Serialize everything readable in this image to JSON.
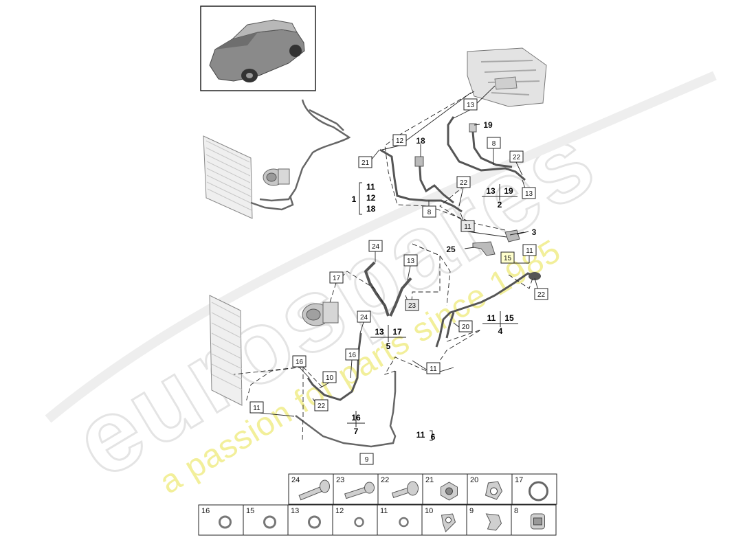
{
  "watermark": {
    "brand": "eurospares",
    "tagline": "a passion for parts since 1985"
  },
  "callouts": [
    {
      "id": "c13a",
      "label": "13"
    },
    {
      "id": "c19",
      "label": "19"
    },
    {
      "id": "c12a",
      "label": "12"
    },
    {
      "id": "c18a",
      "label": "18"
    },
    {
      "id": "c8a",
      "label": "8"
    },
    {
      "id": "c22a",
      "label": "22"
    },
    {
      "id": "c21",
      "label": "21"
    },
    {
      "id": "c22b",
      "label": "22"
    },
    {
      "id": "c13b",
      "label": "13"
    },
    {
      "id": "c8b",
      "label": "8"
    },
    {
      "id": "c11a",
      "label": "11"
    },
    {
      "id": "c3",
      "label": "3"
    },
    {
      "id": "c25",
      "label": "25"
    },
    {
      "id": "c15a",
      "label": "15"
    },
    {
      "id": "c11b",
      "label": "11"
    },
    {
      "id": "c24a",
      "label": "24"
    },
    {
      "id": "c13c",
      "label": "13"
    },
    {
      "id": "c17a",
      "label": "17"
    },
    {
      "id": "c23a",
      "label": "23"
    },
    {
      "id": "c22c",
      "label": "22"
    },
    {
      "id": "c24b",
      "label": "24"
    },
    {
      "id": "c20a",
      "label": "20"
    },
    {
      "id": "c16a",
      "label": "16"
    },
    {
      "id": "c16b",
      "label": "16"
    },
    {
      "id": "c10a",
      "label": "10"
    },
    {
      "id": "c11c",
      "label": "11"
    },
    {
      "id": "c22d",
      "label": "22"
    },
    {
      "id": "c11d",
      "label": "11"
    },
    {
      "id": "c9a",
      "label": "9"
    }
  ],
  "groups": {
    "g1": {
      "num": "1",
      "items": [
        "11",
        "12",
        "18"
      ]
    },
    "g2": {
      "num": "2",
      "items": [
        "13",
        "19"
      ]
    },
    "g4": {
      "num": "4",
      "items": [
        "11",
        "15"
      ]
    },
    "g5": {
      "num": "5",
      "items": [
        "13",
        "17"
      ]
    },
    "g6": {
      "num": "6",
      "items": [
        "11"
      ]
    },
    "g7": {
      "num": "7",
      "items": [
        "16"
      ]
    }
  },
  "parts_table": {
    "row1": [
      {
        "num": "24",
        "icon": "long-bolt-icon"
      },
      {
        "num": "23",
        "icon": "bolt-icon"
      },
      {
        "num": "22",
        "icon": "flange-bolt-icon"
      },
      {
        "num": "21",
        "icon": "nut-icon"
      },
      {
        "num": "20",
        "icon": "clip-icon"
      },
      {
        "num": "17",
        "icon": "large-seal-ring-icon"
      }
    ],
    "row2": [
      {
        "num": "16",
        "icon": "seal-ring-icon"
      },
      {
        "num": "15",
        "icon": "seal-ring-icon"
      },
      {
        "num": "13",
        "icon": "seal-ring-icon"
      },
      {
        "num": "12",
        "icon": "small-seal-ring-icon"
      },
      {
        "num": "11",
        "icon": "small-seal-ring-icon"
      },
      {
        "num": "10",
        "icon": "hose-clamp-icon"
      },
      {
        "num": "9",
        "icon": "bracket-clip-icon"
      },
      {
        "num": "8",
        "icon": "valve-cap-icon"
      }
    ]
  }
}
